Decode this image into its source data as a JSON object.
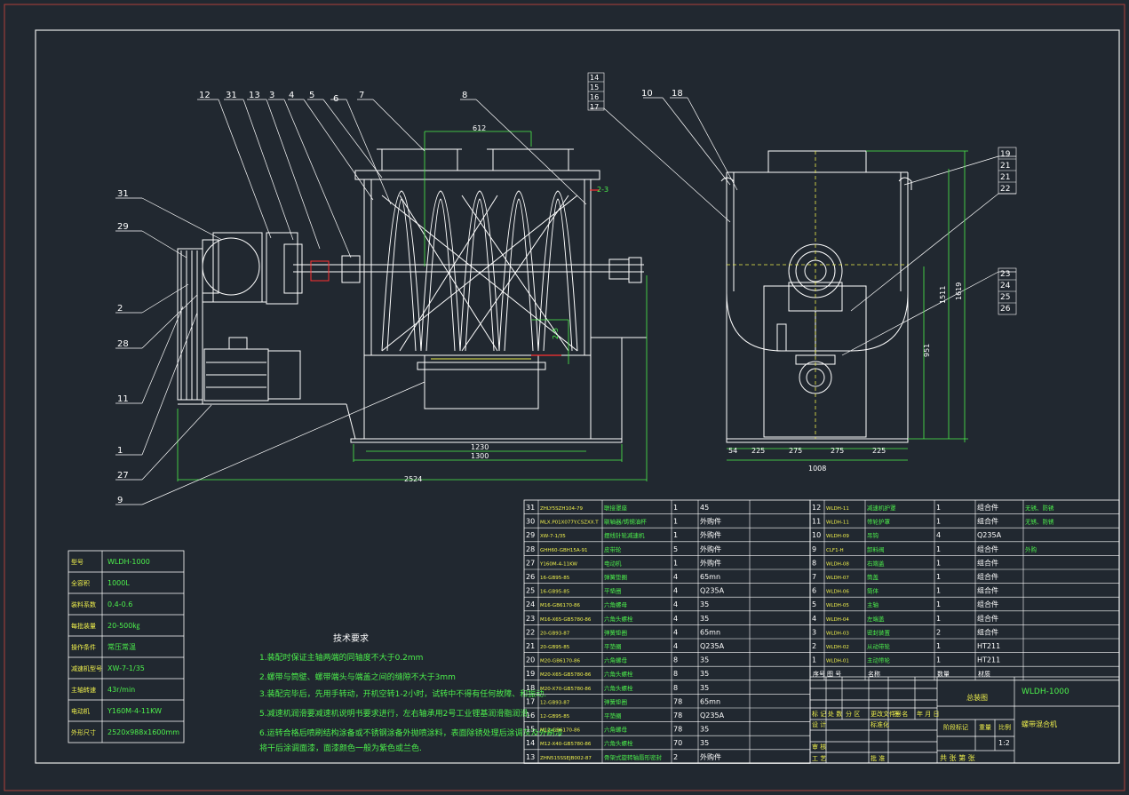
{
  "drawing": {
    "title_code": "WLDH-1000",
    "title_name": "总装图",
    "company": "螺带混合机",
    "scale": "1:2",
    "sheet_info": "共 张 第 张",
    "colors": {
      "bg": "#212830",
      "frame": "#e8e8e8",
      "green": "#4cf04c",
      "yellow": "#f0f04c",
      "red": "#ff3030",
      "magenta": "#ff40ff",
      "white": "#ffffff"
    }
  },
  "callouts_left": [
    "12",
    "31",
    "13",
    "3",
    "4",
    "5",
    "6",
    "7",
    "8"
  ],
  "callouts_right_top": [
    "10",
    "18"
  ],
  "callouts_stack_14": [
    "14",
    "15",
    "16",
    "17"
  ],
  "callouts_side_left": [
    "31",
    "29",
    "2",
    "28",
    "11",
    "1",
    "27",
    "9"
  ],
  "callouts_right_stack_a": [
    "19",
    "21",
    "21",
    "22"
  ],
  "callouts_right_stack_b": [
    "23",
    "24",
    "25",
    "26"
  ],
  "dimensions": {
    "top": "612",
    "d1": "1230",
    "d2": "1300",
    "overall": "2524",
    "gap": "2-3",
    "gap2": "2-5",
    "h1": "1511",
    "h2": "1619",
    "h3": "951",
    "b1": "54",
    "b2": "225",
    "b3": "275",
    "b4": "275",
    "b5": "225",
    "b6": "1008"
  },
  "spec_table": [
    {
      "k": "型号",
      "v": "WLDH-1000"
    },
    {
      "k": "全容积",
      "v": "1000L"
    },
    {
      "k": "装料系数",
      "v": "0.4-0.6"
    },
    {
      "k": "每批装量",
      "v": "20-500㎏"
    },
    {
      "k": "操作条件",
      "v": "常压常温"
    },
    {
      "k": "减速机型号",
      "v": "XW-7-1/35"
    },
    {
      "k": "主轴转速",
      "v": "43r/min"
    },
    {
      "k": "电动机",
      "v": "Y160M-4-11KW"
    },
    {
      "k": "外形尺寸",
      "v": "2520x988x1600mm"
    }
  ],
  "tech_req": {
    "title": "技术要求",
    "lines": [
      "1.装配时保证主轴两端的同轴度不大于0.2mm",
      "2.螺带与筒壁、螺带端头与端盖之间的缝隙不大于3mm",
      "3.装配完毕后，先用手转动，开机空转1-2小时，试转中不得有任何故障、和振动.",
      "5.减速机润滑要减速机说明书要求进行，左右轴承用2号工业锂基润滑脂润滑.",
      "6.运转合格后喷刷结构涂备或不锈钢涂备外抛喷涂料，表面除锈处理后涂调灰及外刷漆",
      "  将干后涂调面漆，面漆颜色一般为紫色或兰色."
    ]
  },
  "bom_left": [
    {
      "no": "31",
      "code": "ZHLY5SZH104-79",
      "name": "联接罩座",
      "qty": "1",
      "mat": "45",
      "note": ""
    },
    {
      "no": "30",
      "code": "MLX.P01X077Y.CSZXX.T",
      "name": "联轴器/铸钢油杯",
      "qty": "1",
      "mat": "外购件",
      "note": ""
    },
    {
      "no": "29",
      "code": "XW-7-1/35",
      "name": "摆线针轮减速机",
      "qty": "1",
      "mat": "外购件",
      "note": ""
    },
    {
      "no": "28",
      "code": "GHH60-GBH15A-91",
      "name": "皮带轮",
      "qty": "5",
      "mat": "外购件",
      "note": ""
    },
    {
      "no": "27",
      "code": "Y160M-4-11KW",
      "name": "电动机",
      "qty": "1",
      "mat": "外购件",
      "note": ""
    },
    {
      "no": "26",
      "code": "16-GB95-85",
      "name": "弹簧垫圈",
      "qty": "4",
      "mat": "65mn",
      "note": ""
    },
    {
      "no": "25",
      "code": "16-GB95-85",
      "name": "平垫圈",
      "qty": "4",
      "mat": "Q235A",
      "note": ""
    },
    {
      "no": "24",
      "code": "M16-GB6170-86",
      "name": "六角螺母",
      "qty": "4",
      "mat": "35",
      "note": ""
    },
    {
      "no": "23",
      "code": "M16-X65-GB5780-86",
      "name": "六角头螺栓",
      "qty": "4",
      "mat": "35",
      "note": ""
    },
    {
      "no": "22",
      "code": "20-GB93-87",
      "name": "弹簧垫圈",
      "qty": "4",
      "mat": "65mn",
      "note": ""
    },
    {
      "no": "21",
      "code": "20-GB95-85",
      "name": "平垫圈",
      "qty": "4",
      "mat": "Q235A",
      "note": ""
    },
    {
      "no": "20",
      "code": "M20-GB6170-86",
      "name": "六角螺母",
      "qty": "8",
      "mat": "35",
      "note": ""
    },
    {
      "no": "19",
      "code": "M20-X65-GB5780-86",
      "name": "六角头螺栓",
      "qty": "8",
      "mat": "35",
      "note": ""
    },
    {
      "no": "18",
      "code": "M20-X70-GB5780-86",
      "name": "六角头螺栓",
      "qty": "8",
      "mat": "35",
      "note": ""
    },
    {
      "no": "17",
      "code": "12-GB93-87",
      "name": "弹簧垫圈",
      "qty": "78",
      "mat": "65mn",
      "note": ""
    },
    {
      "no": "16",
      "code": "12-GB95-85",
      "name": "平垫圈",
      "qty": "78",
      "mat": "Q235A",
      "note": ""
    },
    {
      "no": "15",
      "code": "M12-GB6170-86",
      "name": "六角螺母",
      "qty": "78",
      "mat": "35",
      "note": ""
    },
    {
      "no": "14",
      "code": "M12-X40-GB5780-86",
      "name": "六角头螺栓",
      "qty": "70",
      "mat": "35",
      "note": ""
    },
    {
      "no": "13",
      "code": "ZHN515SSEJB002-87",
      "name": "骨架式旋转轴唇形密封",
      "qty": "2",
      "mat": "外购件",
      "note": ""
    }
  ],
  "bom_right": [
    {
      "no": "12",
      "code": "WLDH-11",
      "name": "减速机护罩",
      "qty": "1",
      "mat": "组合件",
      "note": "无锈、防锈"
    },
    {
      "no": "11",
      "code": "WLDH-11",
      "name": "带轮护罩",
      "qty": "1",
      "mat": "组合件",
      "note": "无锈、防锈"
    },
    {
      "no": "10",
      "code": "WLDH-09",
      "name": "吊钩",
      "qty": "4",
      "mat": "Q235A",
      "note": ""
    },
    {
      "no": "9",
      "code": "CLF1-H",
      "name": "卸料阀",
      "qty": "1",
      "mat": "组合件",
      "note": "外购"
    },
    {
      "no": "8",
      "code": "WLDH-08",
      "name": "右端盖",
      "qty": "1",
      "mat": "组合件",
      "note": ""
    },
    {
      "no": "7",
      "code": "WLDH-07",
      "name": "筒盖",
      "qty": "1",
      "mat": "组合件",
      "note": ""
    },
    {
      "no": "6",
      "code": "WLDH-06",
      "name": "筒体",
      "qty": "1",
      "mat": "组合件",
      "note": ""
    },
    {
      "no": "5",
      "code": "WLDH-05",
      "name": "主轴",
      "qty": "1",
      "mat": "组合件",
      "note": ""
    },
    {
      "no": "4",
      "code": "WLDH-04",
      "name": "左端盖",
      "qty": "1",
      "mat": "组合件",
      "note": ""
    },
    {
      "no": "3",
      "code": "WLDH-03",
      "name": "密封装置",
      "qty": "2",
      "mat": "组合件",
      "note": ""
    },
    {
      "no": "2",
      "code": "WLDH-02",
      "name": "从动带轮",
      "qty": "1",
      "mat": "HT211",
      "note": ""
    },
    {
      "no": "1",
      "code": "WLDH-01",
      "name": "主动带轮",
      "qty": "1",
      "mat": "HT211",
      "note": ""
    }
  ],
  "bom_header": {
    "no": "序号",
    "code": "图 号",
    "name": "名称",
    "qty": "数量",
    "mat": "材质"
  },
  "title_block": {
    "r1": [
      "标 记",
      "处 数",
      "分 区",
      "更改文件号",
      "签 名",
      "年 月 日"
    ],
    "designer": "设 计",
    "standard": "标准化",
    "check": "审 核",
    "process": "工 艺",
    "approve": "批 准",
    "stage": "阶段标记",
    "weight": "重量",
    "scale_lbl": "比例"
  }
}
